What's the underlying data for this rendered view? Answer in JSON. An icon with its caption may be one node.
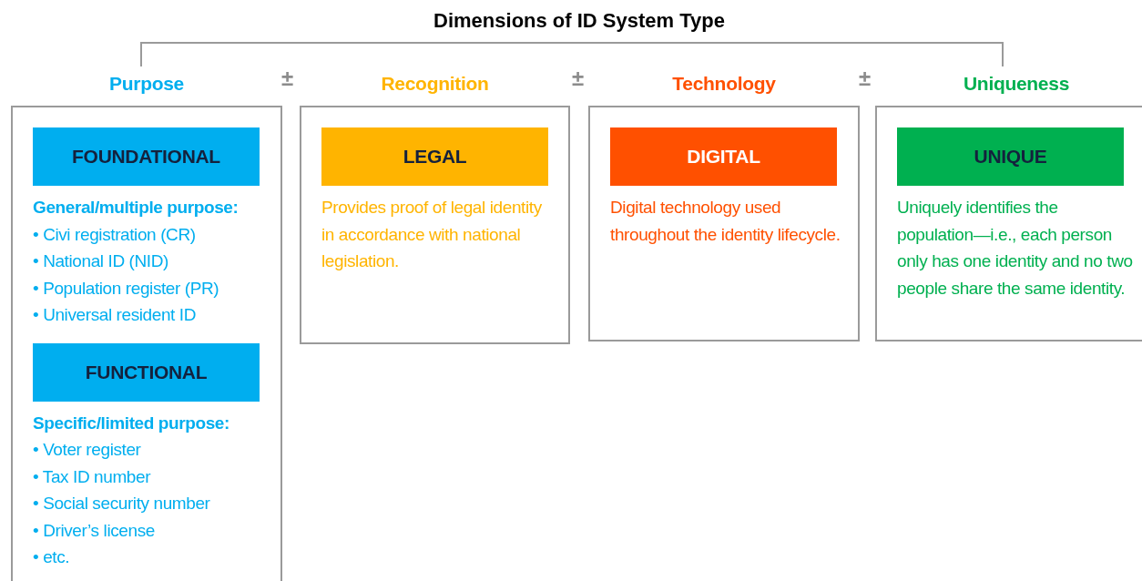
{
  "diagram": {
    "title": "Dimensions of ID System Type",
    "nodes": [
      {
        "text": [
          "Purpose"
        ]
      },
      {
        "text": [
          "FOUNDATIONAL"
        ],
        "in": 0,
        "beside": [
          "General/multiple purpose:",
          "• Civi registration (CR)",
          "• National ID (NID)",
          "• Population register (PR)",
          "• Universal resident ID"
        ]
      },
      {
        "text": [
          "FUNCTIONAL"
        ],
        "in": 0,
        "beside": [
          "Specific/limited purpose:",
          "• Voter register",
          "• Tax ID number",
          "• Social security number",
          "• Driver’s license",
          "• etc."
        ]
      },
      {
        "text": [
          "Recognition"
        ]
      },
      {
        "text": [
          "LEGAL"
        ],
        "in": 3,
        "beside": [
          "Provides proof of legal identity in accordance with national legislation."
        ]
      },
      {
        "text": [
          "Technology"
        ]
      },
      {
        "text": [
          "DIGITAL"
        ],
        "in": 5,
        "beside": [
          "Digital technology used throughout the identity lifecycle."
        ]
      },
      {
        "text": [
          "Uniqueness"
        ]
      },
      {
        "text": [
          "UNIQUE"
        ],
        "in": 7,
        "beside": [
          "Uniquely identifies the population—i.e., each person only has one identity and no two people share the same identity."
        ]
      }
    ],
    "labels": [
      "±",
      "±",
      "±"
    ]
  }
}
